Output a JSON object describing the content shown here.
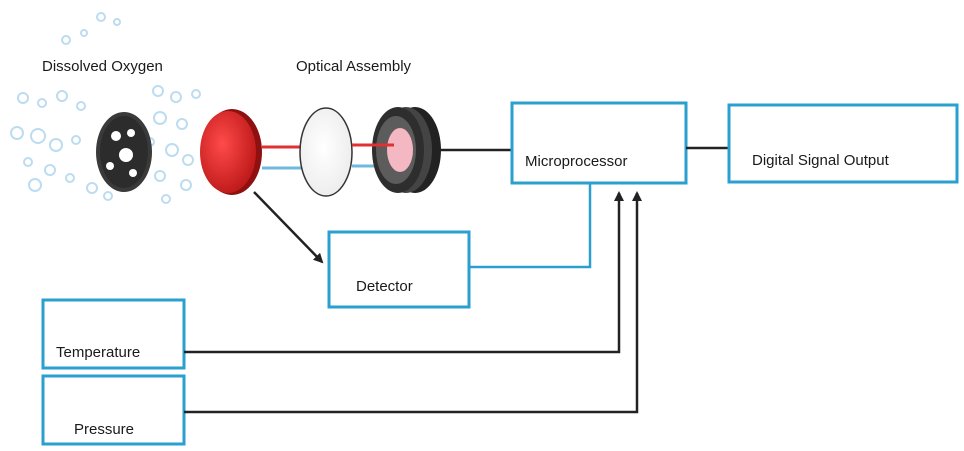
{
  "labels": {
    "dissolved_oxygen": "Dissolved Oxygen",
    "optical_assembly": "Optical Assembly"
  },
  "boxes": {
    "microprocessor": "Microprocessor",
    "digital_signal_output": "Digital Signal Output",
    "detector": "Detector",
    "temperature": "Temperature",
    "pressure": "Pressure"
  },
  "colors": {
    "box_border": "#2a9fd0",
    "line": "#222222",
    "membrane_red": "#d42020",
    "light_red": "#e03030",
    "light_blue": "#6fb8de",
    "bubble": "#bcdcf0",
    "sensor_dark": "#3a3a3a"
  }
}
